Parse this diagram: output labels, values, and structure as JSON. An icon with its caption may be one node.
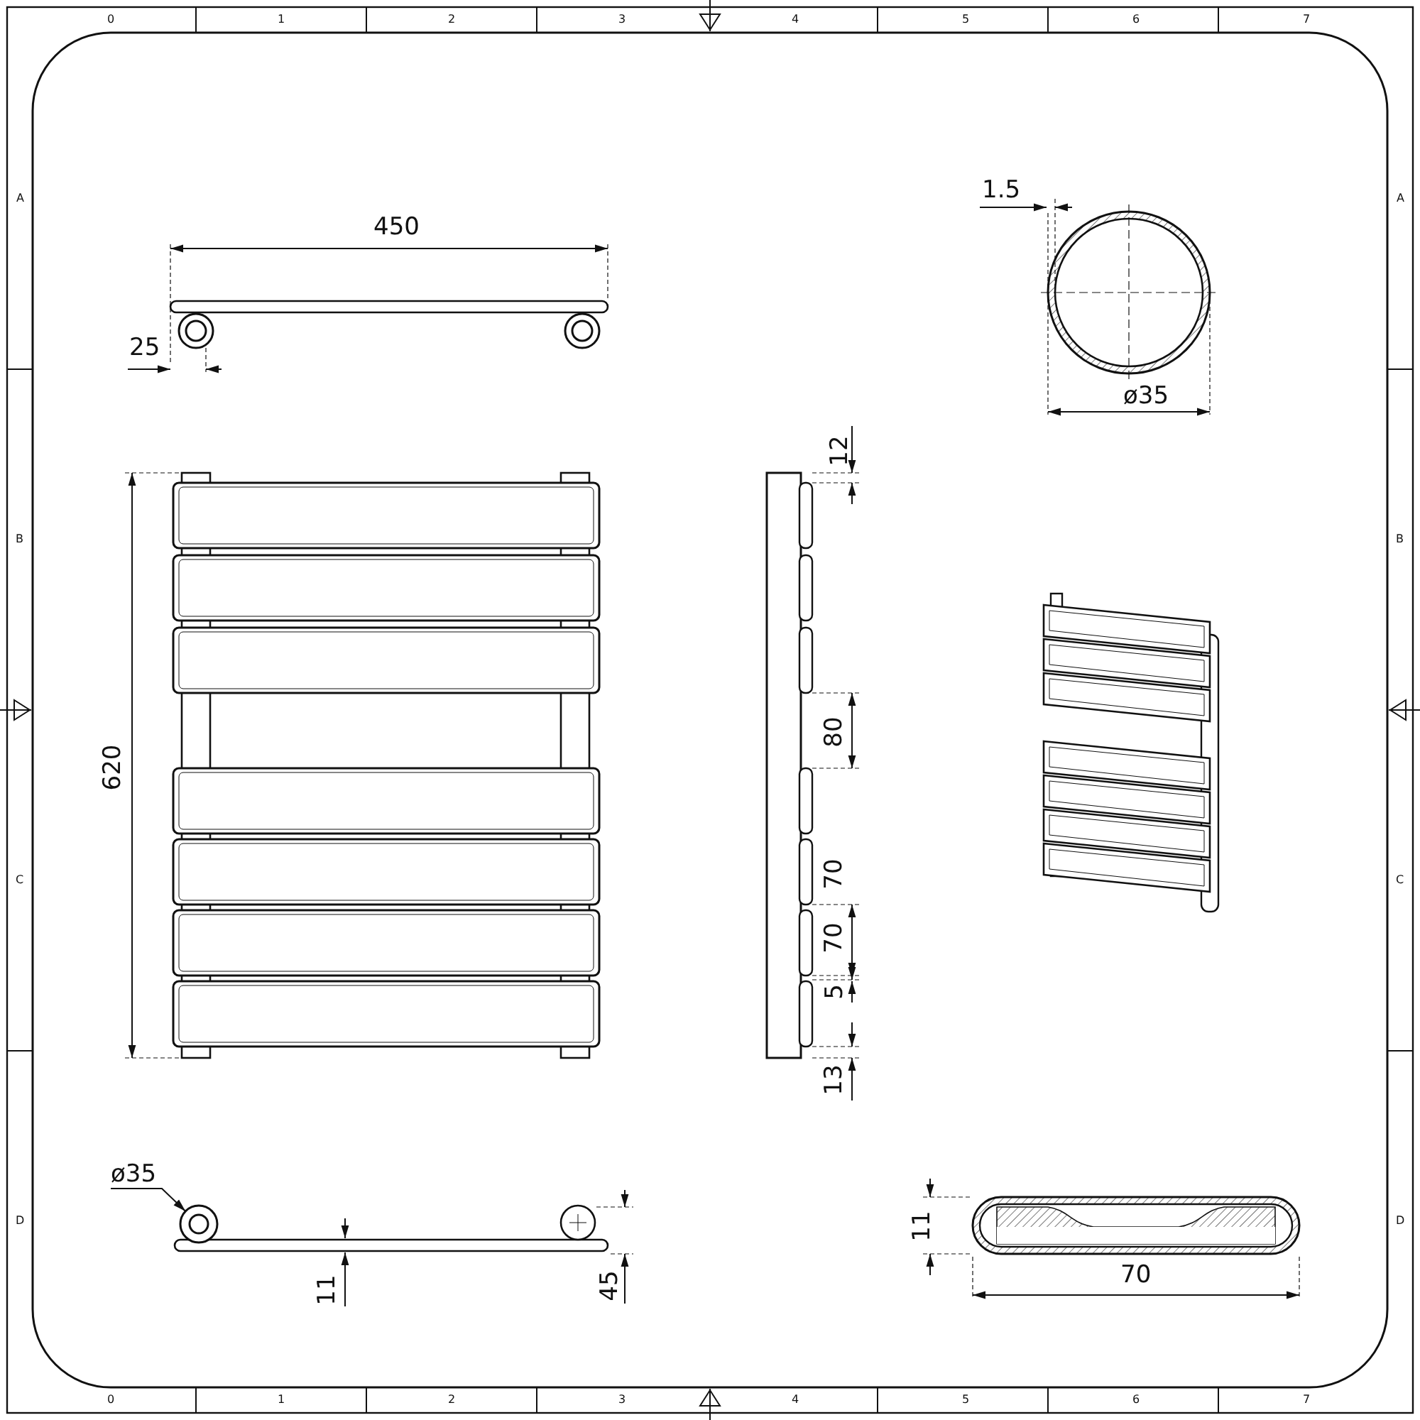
{
  "diagram": {
    "nodes": [
      {
        "text": [
          "ø35"
        ]
      },
      {
        "text": [],
        "shape": "circle"
      }
    ],
    "edges": [
      {
        "from": 0,
        "to": 1,
        "arrow": "to"
      }
    ],
    "labels": [
      "0",
      "1",
      "2",
      "3",
      "4",
      "5",
      "6",
      "7",
      "A",
      "A",
      "1.5",
      "450",
      "25",
      "ø35",
      "12",
      "B",
      "B",
      "620",
      "80",
      "C",
      "C",
      "70",
      "70",
      "5",
      "13",
      "D",
      "D",
      "11",
      "70",
      "11",
      "45",
      "0",
      "1",
      "2",
      "3",
      "4",
      "5",
      "6",
      "7"
    ]
  }
}
